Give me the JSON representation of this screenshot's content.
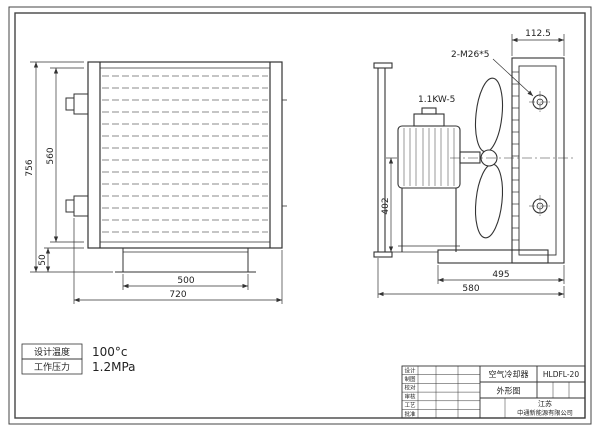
{
  "front_view": {
    "dims": {
      "overall_height": "756",
      "core_height": "560",
      "base_height": "50",
      "base_width": "500",
      "overall_width": "720"
    }
  },
  "side_view": {
    "motor_label": "1.1KW-5",
    "bolt_label": "2-M26*5",
    "dims": {
      "flange_depth": "112.5",
      "center_height": "402",
      "base_width": "495",
      "overall_width": "580"
    }
  },
  "specs": {
    "design_temp_label": "设计温度",
    "design_temp_value": "100°c",
    "work_pressure_label": "工作压力",
    "work_pressure_value": "1.2MPa"
  },
  "title_block": {
    "product_name": "空气冷却器",
    "model": "HLDFL-20",
    "drawing_type": "外形图",
    "company_region": "江苏",
    "company_name": "中通新能源有限公司",
    "left_rows": [
      "设计",
      "制图",
      "校对",
      "审核",
      "工艺",
      "批准"
    ]
  },
  "colors": {
    "line": "#333333",
    "region_red": "#cc2222",
    "company_blue": "#1a1acc"
  }
}
